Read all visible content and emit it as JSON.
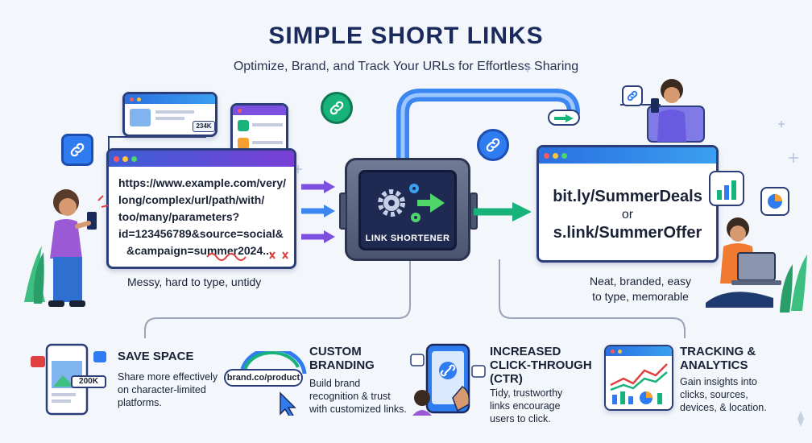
{
  "header": {
    "title": "SIMPLE SHORT LINKS",
    "subtitle": "Optimize, Brand, and Track Your URLs for Effortless Sharing"
  },
  "long_url": {
    "lines": [
      "https://www.example.com/very/",
      "long/complex/url/path/with/",
      "too/many/parameters?",
      "id=123456789&source=social&",
      "&campaign=summer2024..."
    ],
    "caption": "Messy, hard to type, untidy"
  },
  "social_badge": "234K",
  "machine": {
    "label": "LINK SHORTENER"
  },
  "short_url": {
    "link1": "bit.ly/SummerDeals",
    "or": "or",
    "link2": "s.link/SummerOffer",
    "caption_line1": "Neat, branded, easy",
    "caption_line2": "to type, memorable"
  },
  "features": [
    {
      "title": "SAVE SPACE",
      "desc_lines": [
        "Share more effectively",
        "on character-limited",
        "platforms."
      ],
      "badge": "200K"
    },
    {
      "title_lines": [
        "CUSTOM",
        "BRANDING"
      ],
      "desc_lines": [
        "Build brand",
        "recognition & trust",
        "with customized links."
      ],
      "chip": "brand.co/product"
    },
    {
      "title_lines": [
        "INCREASED",
        "CLICK-THROUGH",
        "(CTR)"
      ],
      "desc_lines": [
        "Tidy, trustworthy",
        "links encourage",
        "users to click."
      ]
    },
    {
      "title_lines": [
        "TRACKING &",
        "ANALYTICS"
      ],
      "desc_lines": [
        "Gain insights into",
        "clicks, sources,",
        "devices, & location."
      ]
    }
  ],
  "colors": {
    "navy": "#1a2a5c",
    "purple": "#7b4fe0",
    "blue": "#2f7bf0",
    "green": "#18b37a"
  },
  "icons": [
    "chain-link-icon",
    "gear-icon",
    "right-arrow-icon",
    "chart-icon",
    "person-icon",
    "phone-icon",
    "laptop-icon",
    "cursor-icon"
  ]
}
